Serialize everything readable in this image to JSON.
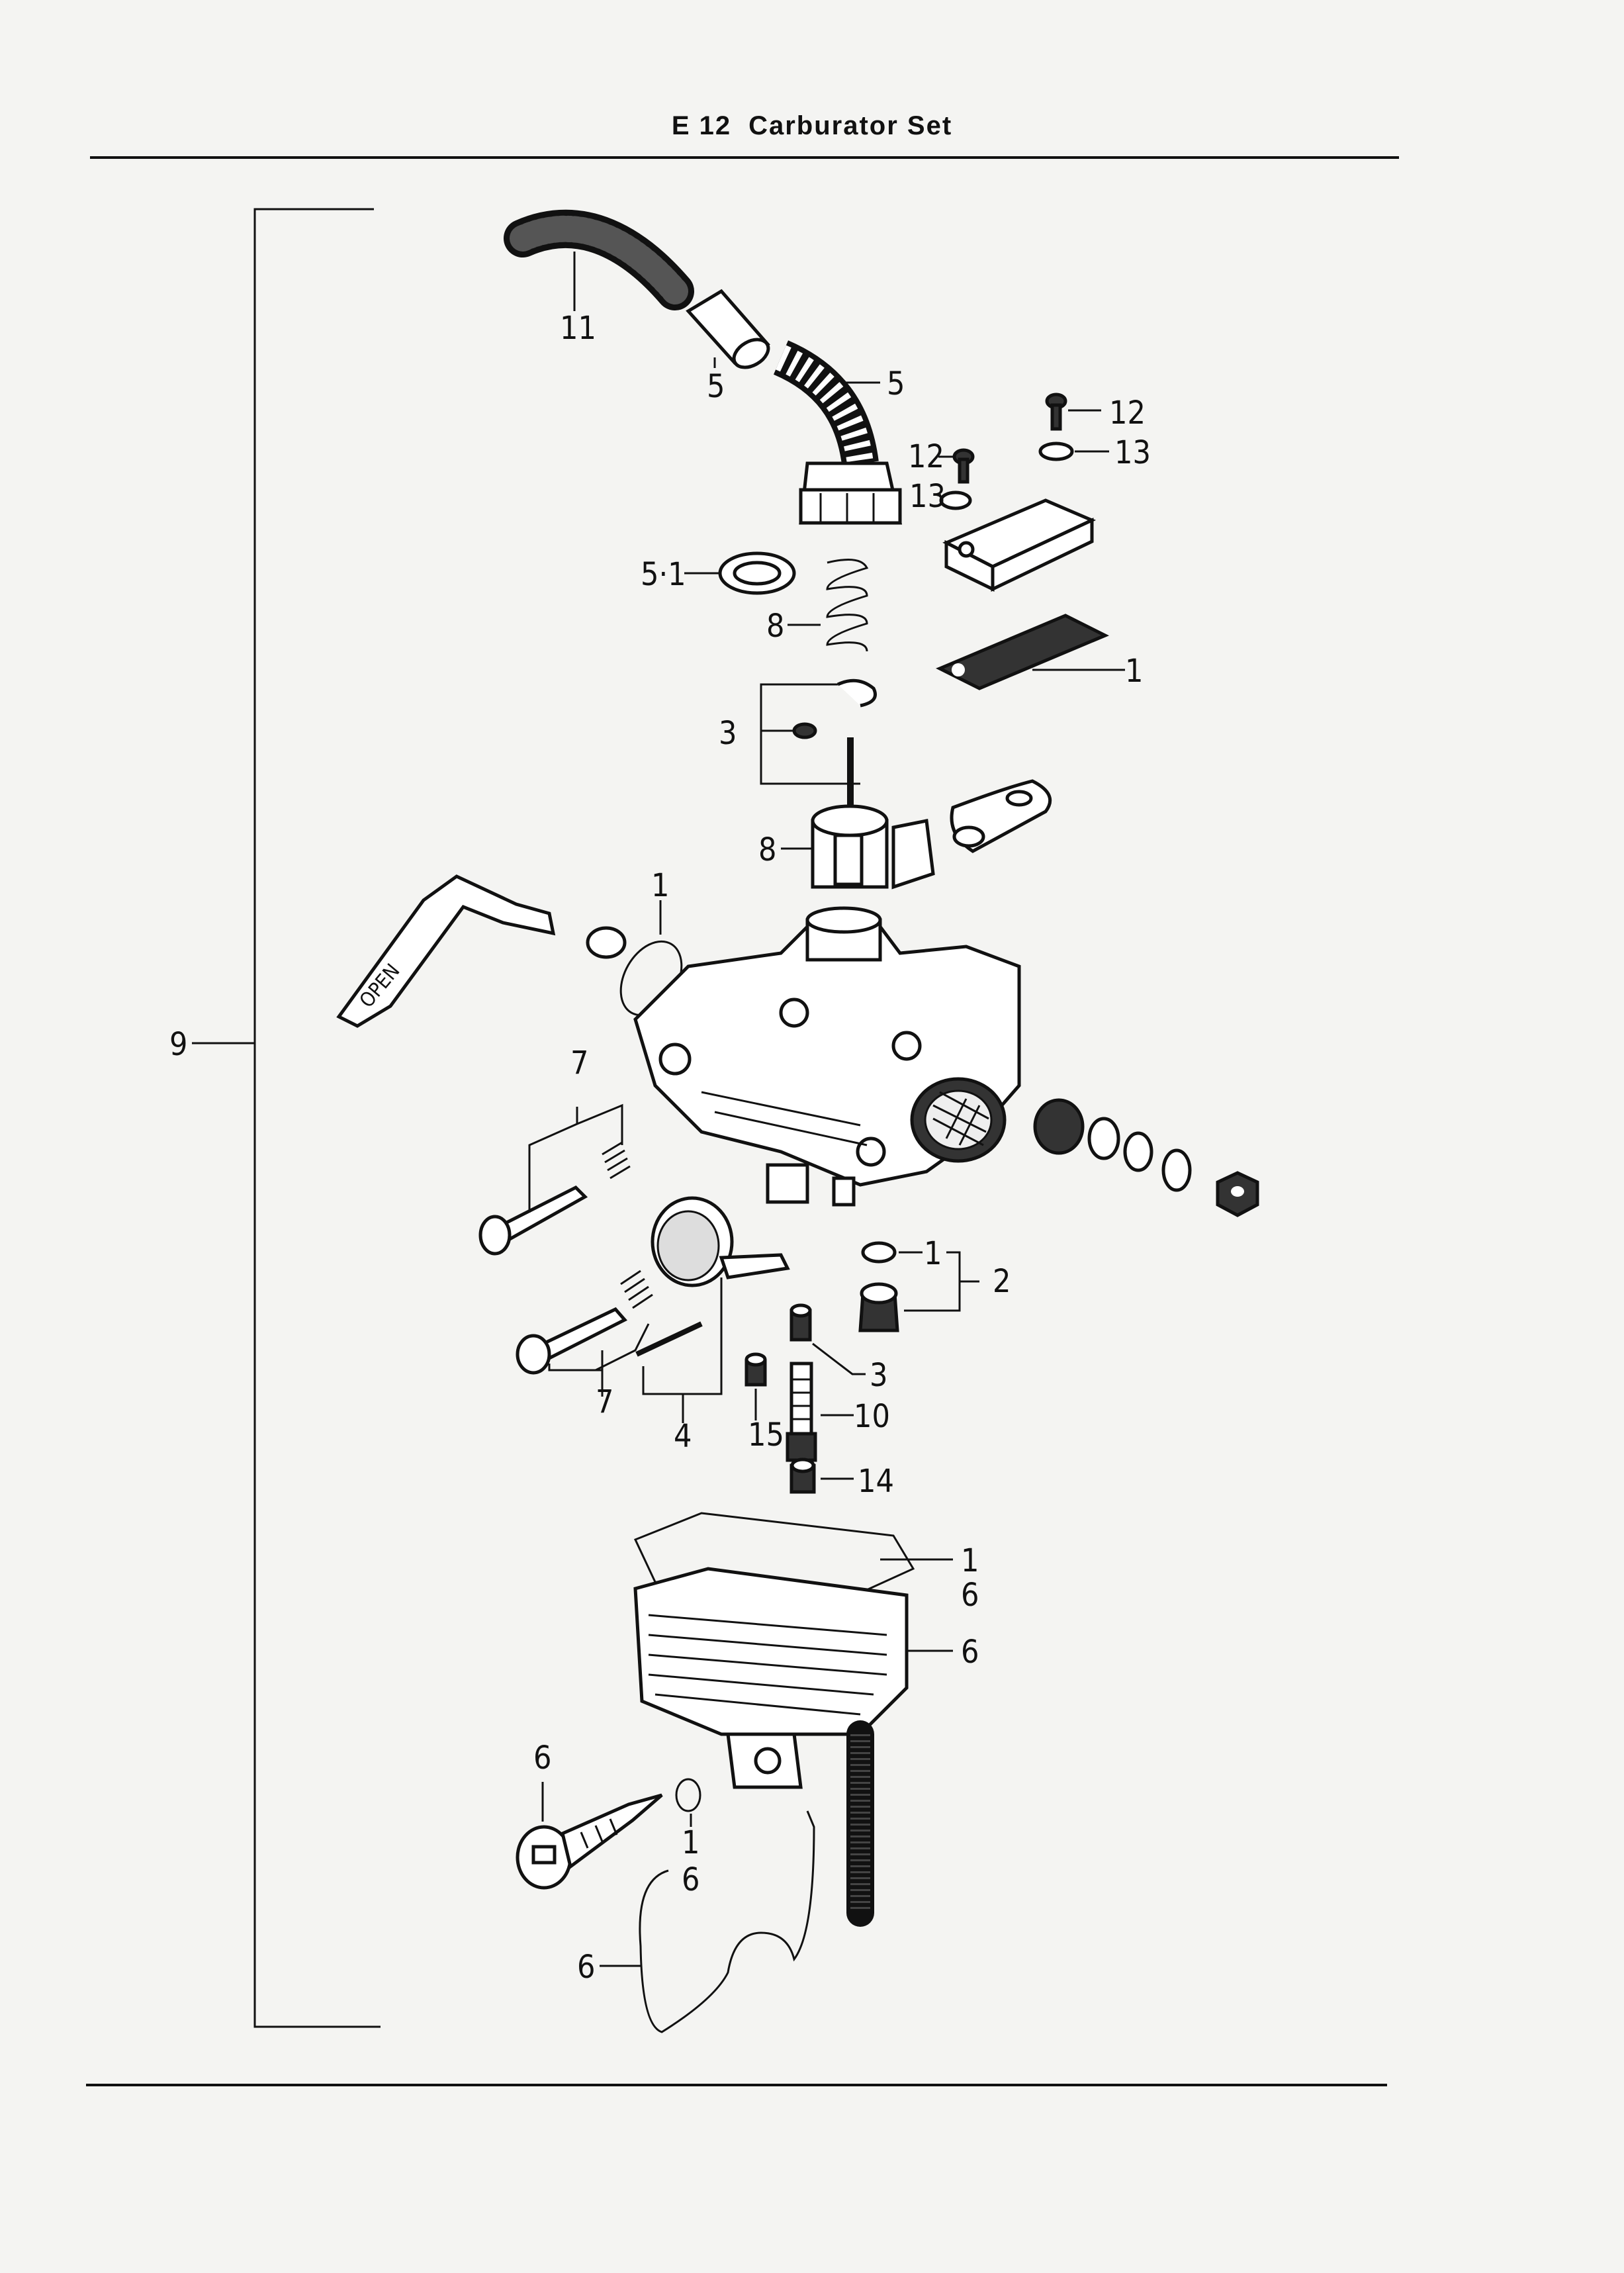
{
  "header": {
    "code": "E 12",
    "title": "Carburator Set"
  },
  "parts": {
    "tube": "11",
    "joint_left": "5",
    "joint_right": "5",
    "screw_top": "12",
    "washer_top": "13",
    "screw_left": "12",
    "washer_left": "13",
    "washer_51": "5·1",
    "spring_top": "8",
    "gasket_top": "1",
    "clip_group": "3",
    "throttle_valve": "8",
    "o_ring_body": "1",
    "assembly": "9",
    "screw_group_left": "7",
    "float_washer": "1",
    "float_group_right": "2",
    "jet_small": "3",
    "needle_jet": "10",
    "pilot_jet": "15",
    "main_jet": "14",
    "screw_group_lower": "7",
    "float_group": "4",
    "bowl_gasket_a": "1",
    "bowl_gasket_b": "6",
    "float_bowl": "6",
    "drain_screw": "6",
    "drain_oring_a": "1",
    "drain_oring_b": "6",
    "clip_wire": "6"
  },
  "lever_text": "OPEN"
}
